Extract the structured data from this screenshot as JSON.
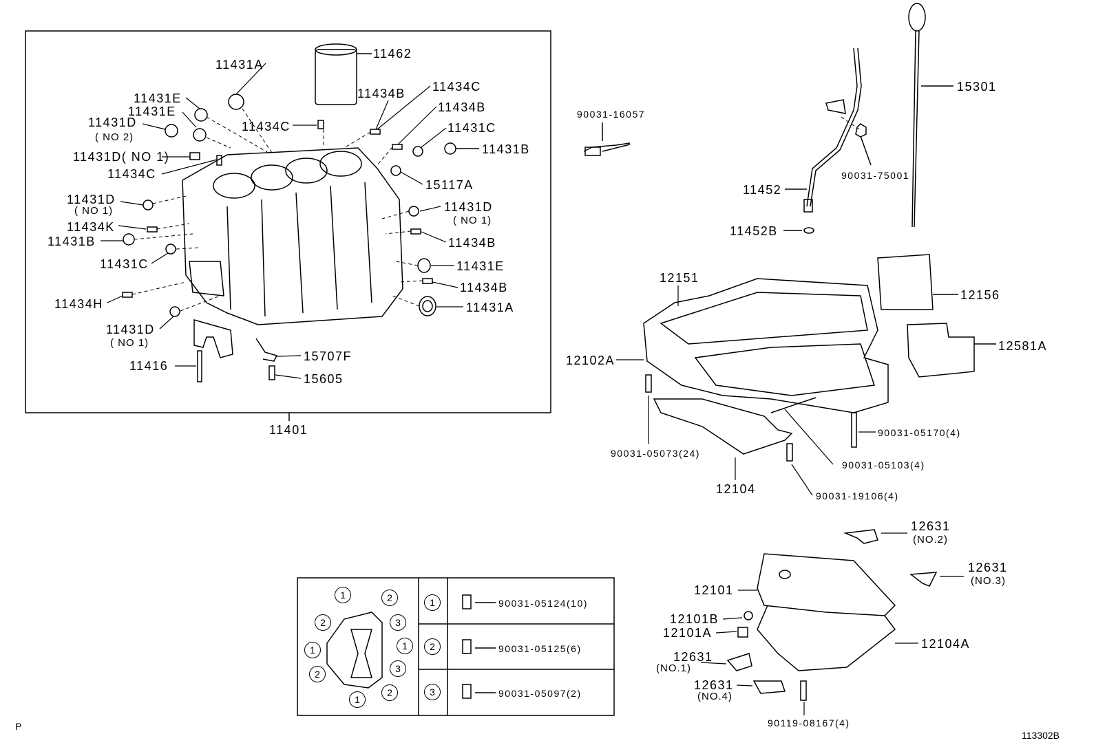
{
  "labels": {
    "p11462": "11462",
    "p11431A_top": "11431A",
    "p11434C_a": "11434C",
    "p11434B_a": "11434B",
    "p11431E_a": "11431E",
    "p11434B_b": "11434B",
    "p11431E_b": "11431E",
    "p11431D_no2": "11431D",
    "no2": "( NO 2)",
    "p11434C_b": "11434C",
    "p11431C_a": "11431C",
    "p11431B_a": "11431B",
    "p11431D_no1a": "11431D( NO 1)",
    "p11434C_c": "11434C",
    "p15117A": "15117A",
    "p11431D_b": "11431D",
    "no1_b": "( NO 1)",
    "p11431D_c": "11431D",
    "no1_c": "( NO 1)",
    "p11434K": "11434K",
    "p11431B_b": "11431B",
    "p11434B_c": "11434B",
    "p11431C_b": "11431C",
    "p11431E_c": "11431E",
    "p11434B_d": "11434B",
    "p11434H": "11434H",
    "p11431A_b": "11431A",
    "p11431D_d": "11431D",
    "no1_d": "( NO 1)",
    "p15707F": "15707F",
    "p11416": "11416",
    "p15605": "15605",
    "p11401": "11401",
    "p90031_16057": "90031-16057",
    "p15301": "15301",
    "p90031_75001": "90031-75001",
    "p11452": "11452",
    "p11452B": "11452B",
    "p12151": "12151",
    "p12156": "12156",
    "p12581A": "12581A",
    "p12102A": "12102A",
    "p90031_05170": "90031-05170(4)",
    "p90031_05073": "90031-05073(24)",
    "p90031_05103": "90031-05103(4)",
    "p12104": "12104",
    "p90031_19106": "90031-19106(4)",
    "p12631_2": "12631",
    "no2_b": "(NO.2)",
    "p12631_3": "12631",
    "no3": "(NO.3)",
    "p12101": "12101",
    "p12101B": "12101B",
    "p12101A": "12101A",
    "p12104A": "12104A",
    "p12631_1": "12631",
    "no1_e": "(NO.1)",
    "p12631_4": "12631",
    "no4": "(NO.4)",
    "p90119_08167": "90119-08167(4)",
    "corner_p": "P",
    "diagram_id": "113302B"
  },
  "bolt_table": [
    {
      "key": "1",
      "part": "90031-05124(10)"
    },
    {
      "key": "2",
      "part": "90031-05125(6)"
    },
    {
      "key": "3",
      "part": "90031-05097(2)"
    }
  ]
}
